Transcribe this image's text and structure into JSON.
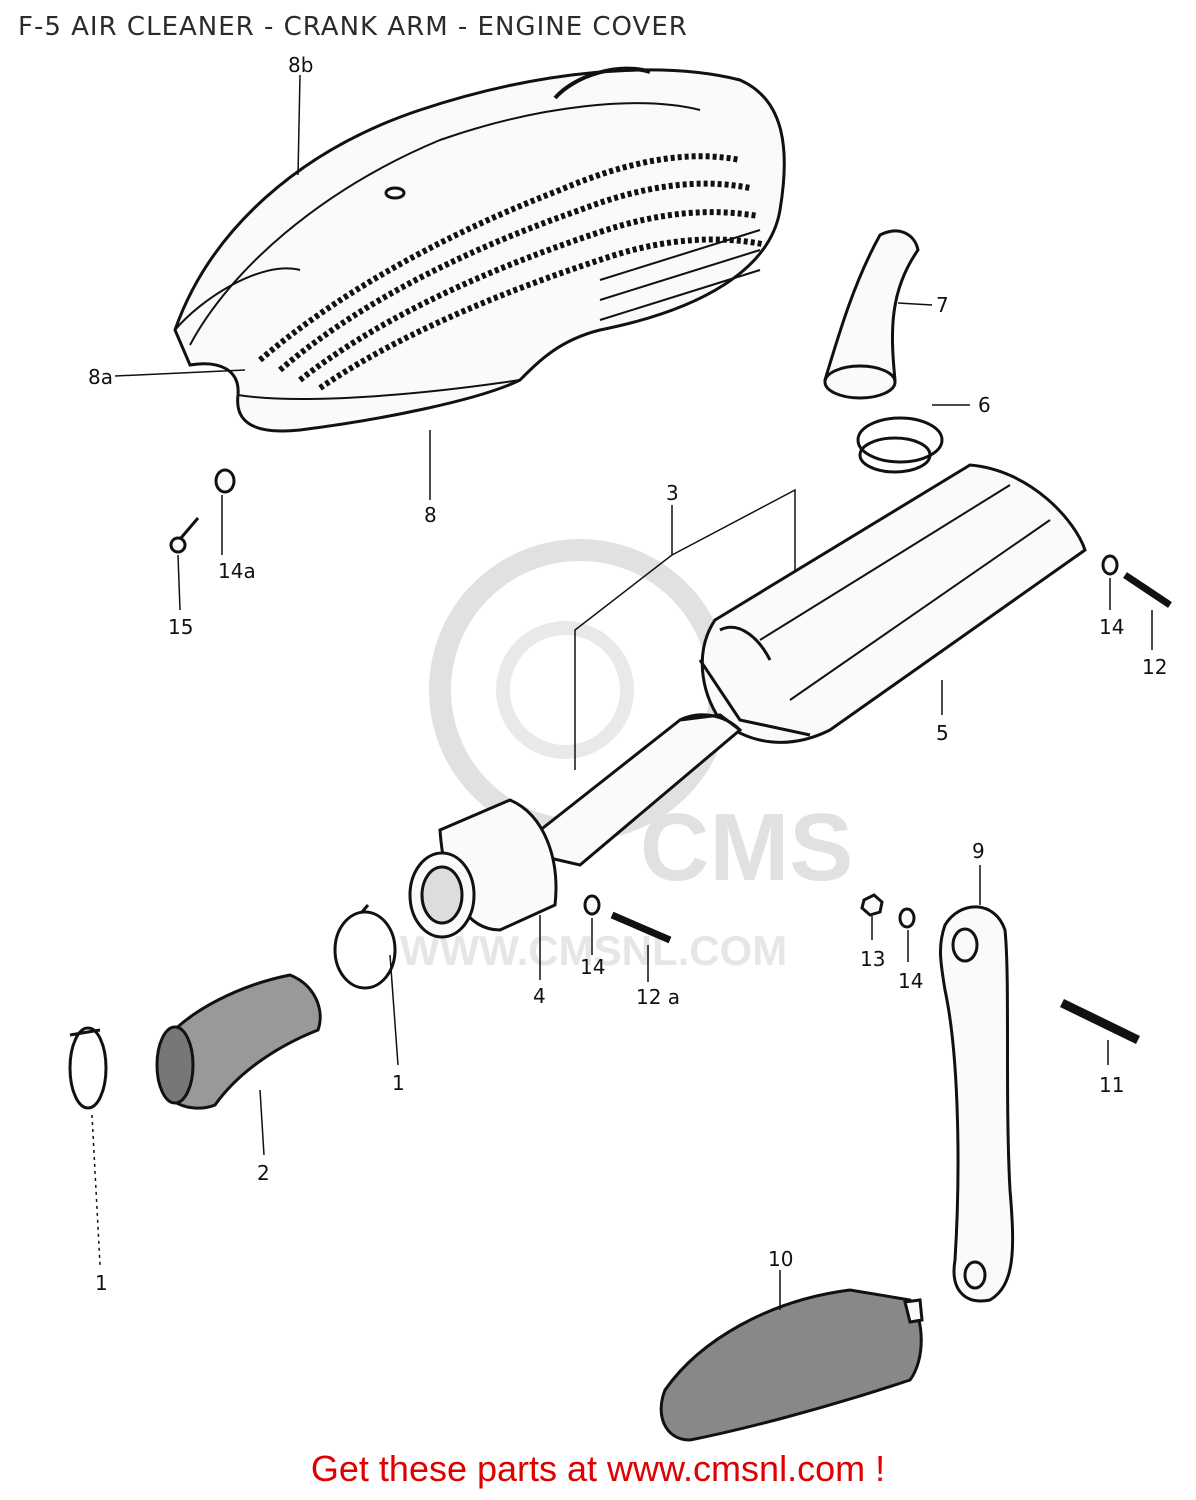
{
  "title": "F-5 AIR CLEANER - CRANK ARM - ENGINE COVER",
  "footer": "Get these parts at www.cmsnl.com !",
  "watermark": {
    "brand": "CMS",
    "url": "WWW.CMSNL.COM"
  },
  "callouts": {
    "c8b": "8b",
    "c8a": "8a",
    "c8": "8",
    "c7": "7",
    "c6": "6",
    "c3": "3",
    "c14a": "14a",
    "c15": "15",
    "c14_right": "14",
    "c12_right": "12",
    "c5": "5",
    "c9": "9",
    "c13": "13",
    "c14_mid": "14",
    "c14_center": "14",
    "c12a": "12 a",
    "c4": "4",
    "c1_clamp": "1",
    "c1_left": "1",
    "c2": "2",
    "c11": "11",
    "c10": "10"
  },
  "colors": {
    "footer": "#e00000",
    "ink": "#111111",
    "watermark": "#c8c8c8"
  }
}
